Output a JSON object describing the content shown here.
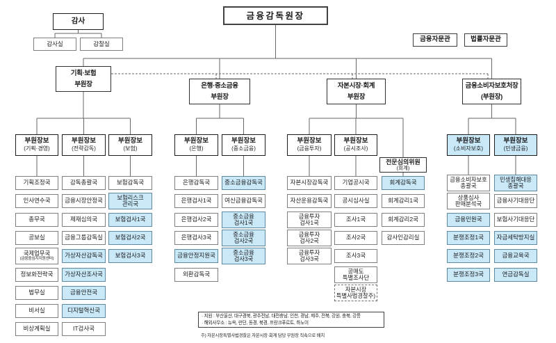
{
  "chart": {
    "governor": "금융감독원장",
    "audit": {
      "title": "감사",
      "children": [
        "감사실",
        "감찰실"
      ]
    },
    "advisors": [
      "금융자문관",
      "법률자문관"
    ],
    "colors": {
      "highlight": "#c9e8f8",
      "line": "#666666"
    },
    "deputies": [
      {
        "label_lines": [
          "기획·보험",
          "부원장"
        ],
        "assistants": [
          {
            "title": "부원장보",
            "subtitle": "(기획·경영)",
            "departments": [
              {
                "label": "기획조정국"
              },
              {
                "label": "인사연수국"
              },
              {
                "label": "총무국"
              },
              {
                "label": "공보실"
              },
              {
                "lines": [
                  "국제업무국",
                  "(금융중심지지원센터)"
                ],
                "tiny2": true
              },
              {
                "label": "정보화전략국"
              },
              {
                "label": "법무실"
              },
              {
                "label": "비서실"
              },
              {
                "label": "비상계획실"
              }
            ]
          },
          {
            "title": "부원장보",
            "subtitle": "(전략감독)",
            "departments": [
              {
                "label": "감독총괄국"
              },
              {
                "label": "금융시장안정국"
              },
              {
                "label": "제재심의국"
              },
              {
                "label": "금융그룹감독실"
              },
              {
                "label": "가상자산감독국",
                "highlighted": true
              },
              {
                "label": "가상자산조사국",
                "highlighted": true
              },
              {
                "label": "금융안전국",
                "highlighted": true
              },
              {
                "label": "디지털혁신국",
                "highlighted": true
              },
              {
                "label": "IT검사국"
              }
            ]
          },
          {
            "title": "부원장보",
            "subtitle": "(보험)",
            "departments": [
              {
                "label": "보험감독국"
              },
              {
                "lines": [
                  "보험리스크",
                  "관리국"
                ],
                "highlighted": true
              },
              {
                "label": "보험검사1국",
                "highlighted": true
              },
              {
                "label": "보험검사2국",
                "highlighted": true
              },
              {
                "label": "보험검사3국",
                "highlighted": true
              }
            ]
          }
        ]
      },
      {
        "label_lines": [
          "은행·중소금융",
          "부원장"
        ],
        "assistants": [
          {
            "title": "부원장보",
            "subtitle": "(은행)",
            "departments": [
              {
                "label": "은행감독국"
              },
              {
                "label": "은행검사1국"
              },
              {
                "label": "은행검사2국"
              },
              {
                "label": "은행검사3국"
              },
              {
                "label": "금융안정지원국",
                "highlighted": true
              },
              {
                "label": "외환감독국"
              }
            ]
          },
          {
            "title": "부원장보",
            "subtitle": "(중소금융)",
            "departments": [
              {
                "label": "중소금융감독국",
                "highlighted": true
              },
              {
                "label": "여신금융감독국"
              },
              {
                "lines": [
                  "중소금융",
                  "검사1국"
                ],
                "highlighted": true
              },
              {
                "lines": [
                  "중소금융",
                  "검사2국"
                ],
                "highlighted": true
              },
              {
                "lines": [
                  "중소금융",
                  "검사3국"
                ],
                "highlighted": true
              }
            ]
          }
        ]
      },
      {
        "label_lines": [
          "자본시장·회계",
          "부원장"
        ],
        "assistants": [
          {
            "title": "부원장보",
            "subtitle": "(금융투자)",
            "departments": [
              {
                "label": "자본시장감독국"
              },
              {
                "label": "자산운용감독국"
              },
              {
                "lines": [
                  "금융투자",
                  "검사1국"
                ]
              },
              {
                "lines": [
                  "금융투자",
                  "검사2국"
                ]
              },
              {
                "lines": [
                  "금융투자",
                  "검사3국"
                ]
              }
            ]
          },
          {
            "title": "부원장보",
            "subtitle": "(공시조사)",
            "departments": [
              {
                "label": "기업공시국"
              },
              {
                "label": "공시심사실"
              },
              {
                "label": "조사1국"
              },
              {
                "label": "조사2국"
              },
              {
                "label": "조사3국"
              },
              {
                "lines": [
                  "공매도",
                  "특별조사단"
                ]
              },
              {
                "lines": [
                  "자본시장",
                  "특별사법경찰주)"
                ],
                "dashed": true
              }
            ]
          },
          {
            "title": "전문심의위원",
            "subtitle": "(회계)",
            "committee": true,
            "departments": [
              {
                "label": "회계감독국",
                "highlighted": true
              },
              {
                "label": "회계감리1국"
              },
              {
                "label": "회계감리2국"
              },
              {
                "label": "감사인감리실"
              }
            ]
          }
        ]
      },
      {
        "label_lines": [
          "금융소비자보호처장",
          "(부원장)"
        ],
        "assistants": [
          {
            "title": "부원장보",
            "subtitle": "(소비자보호)",
            "highlighted": true,
            "departments": [
              {
                "lines": [
                  "금융소비자보호",
                  "총괄국"
                ]
              },
              {
                "lines": [
                  "상품심사",
                  "판매분석국"
                ]
              },
              {
                "label": "금융민원국",
                "highlighted": true
              },
              {
                "label": "분쟁조정1국",
                "highlighted": true
              },
              {
                "label": "분쟁조정2국",
                "highlighted": true
              },
              {
                "label": "분쟁조정3국",
                "highlighted": true
              }
            ]
          },
          {
            "title": "부원장보",
            "subtitle": "(민생금융)",
            "highlighted": true,
            "departments": [
              {
                "lines": [
                  "민생침해대응",
                  "총괄국"
                ],
                "highlighted": true
              },
              {
                "label": "금융사기대응단"
              },
              {
                "label": "보험사기대응단"
              },
              {
                "label": "자금세탁방지실",
                "highlighted": true
              },
              {
                "label": "금융교육국",
                "highlighted": true
              },
              {
                "label": "연금감독실",
                "highlighted": true
              }
            ]
          }
        ]
      }
    ],
    "notes": [
      "· 지원 : 부산울산, 대구경북, 광주전남, 대전충남, 인천, 경남, 제주, 전북, 강원, 충북, 강릉",
      "· 해외사무소 : 뉴욕, 런던, 동경, 북경, 프랑크푸르트, 하노이"
    ],
    "footnote": "주) 자본시장특별사법경찰은 자본시장·회계 담당 부원장 직속으로 배치"
  }
}
